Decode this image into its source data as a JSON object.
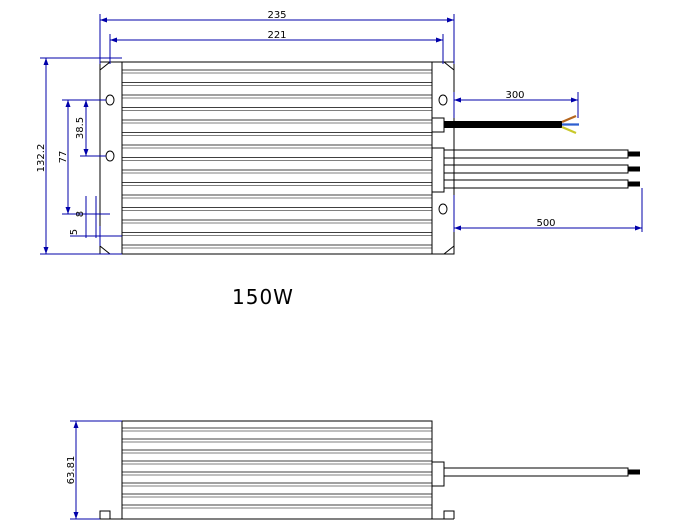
{
  "top_view": {
    "dims": {
      "overall_width": "235",
      "body_width": "221",
      "cable_input": "300",
      "cable_output": "500",
      "overall_height": "132.2",
      "mount_span": "77",
      "hole_spacing": "38.5",
      "hole_offset": "8",
      "edge_offset": "5"
    },
    "power_label": "150W"
  },
  "side_view": {
    "dims": {
      "height": "63.81"
    }
  },
  "colors": {
    "dimension_line": "#0000aa",
    "outline": "#000000",
    "input_cable": "#000000",
    "wire_brown": "#b5651d",
    "wire_blue": "#2e5fd0",
    "wire_yellow_green": "#c8c82a"
  }
}
